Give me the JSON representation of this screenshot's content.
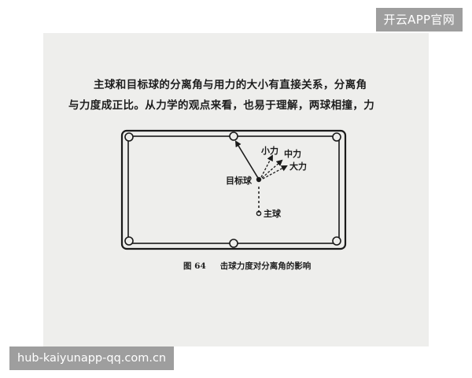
{
  "watermark_top": "开云APP官网",
  "watermark_bottom": "hub-kaiyunapp-qq.com.cn",
  "document": {
    "paragraph_line1": "主球和目标球的分离角与用力的大小有直接关系，分离角",
    "paragraph_line2": "与力度成正比。从力学的观点来看，也易于理解，两球相撞，力",
    "figure": {
      "labels": {
        "small_force": "小力",
        "medium_force": "中力",
        "large_force": "大力",
        "target_ball": "目标球",
        "cue_ball": "主球"
      },
      "caption_number": "图 64",
      "caption_text": "击球力度对分离角的影响"
    }
  }
}
